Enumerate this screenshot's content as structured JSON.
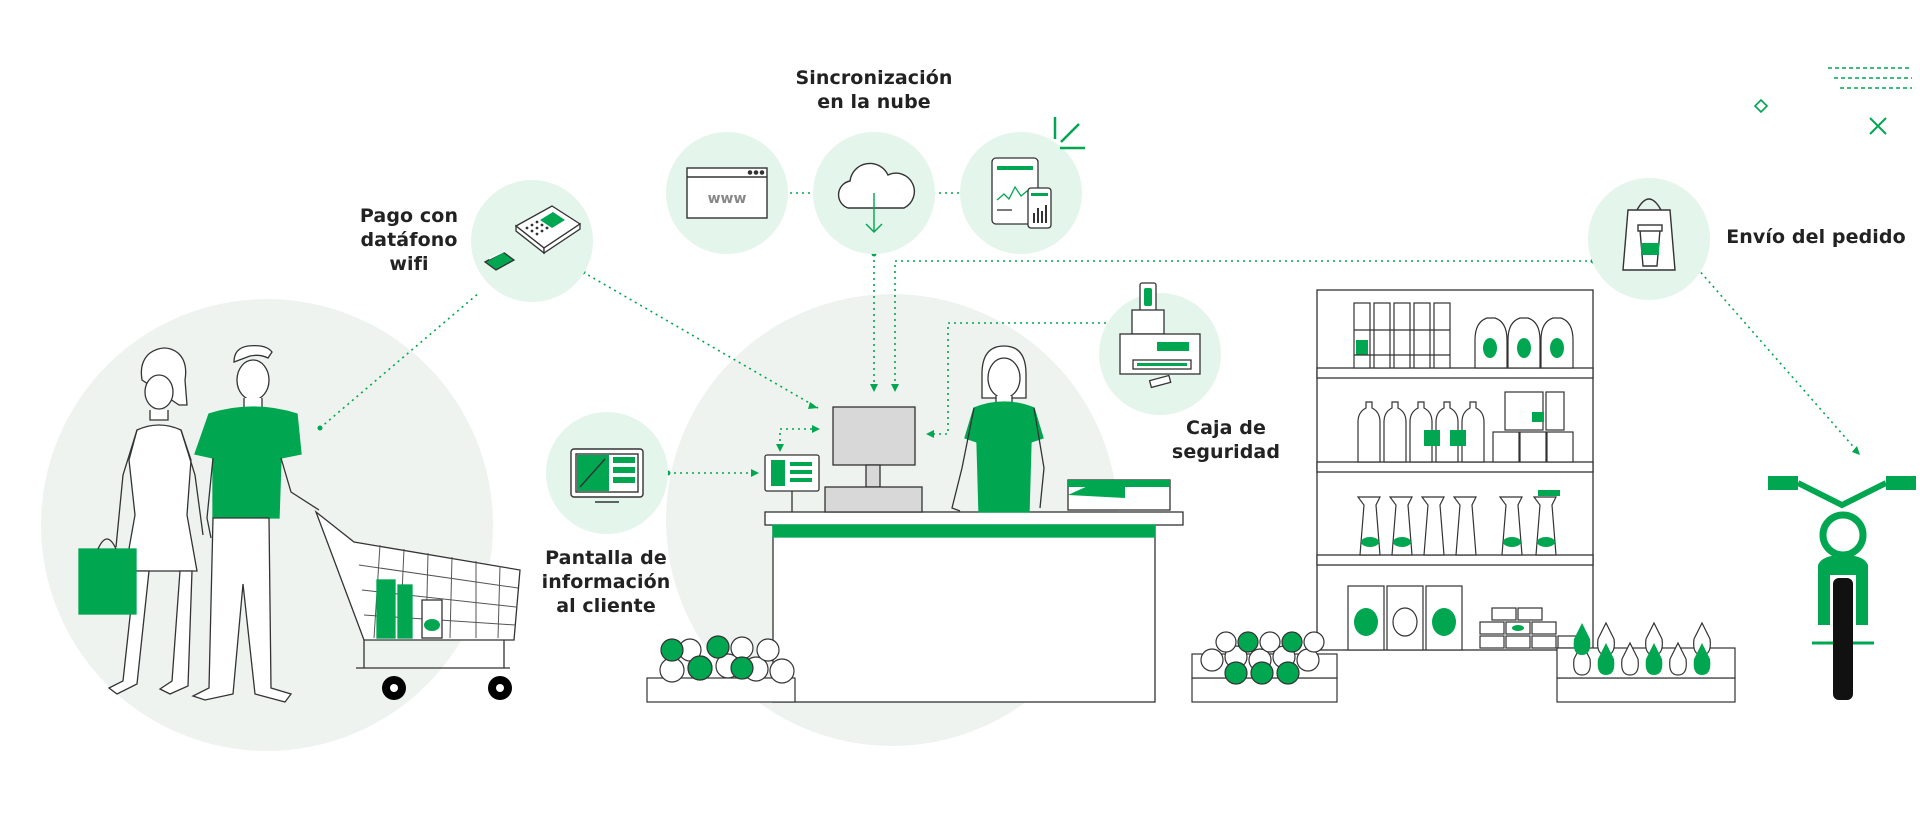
{
  "colors": {
    "green": "#00a650",
    "light_circle": "#eef3f0",
    "bubble": "#e4f5ec",
    "line": "#333333",
    "shelf_gray": "#cccccc"
  },
  "labels": {
    "cloud_sync": [
      "Sincronización",
      "en la nube"
    ],
    "wifi_payment": [
      "Pago con",
      "datáfono",
      "wifi"
    ],
    "order_delivery": "Envío del pedido",
    "cash_box": [
      "Caja de",
      "seguridad"
    ],
    "customer_display": [
      "Pantalla de",
      "información",
      "al cliente"
    ],
    "www": "www"
  },
  "icons": [
    "browser-www-icon",
    "cloud-download-icon",
    "tablet-phone-chart-icon",
    "card-terminal-icon",
    "shopping-bag-cup-icon",
    "cash-drawer-icon",
    "customer-display-icon",
    "sparkle-lines-icon",
    "diamond-icon",
    "cross-icon"
  ]
}
